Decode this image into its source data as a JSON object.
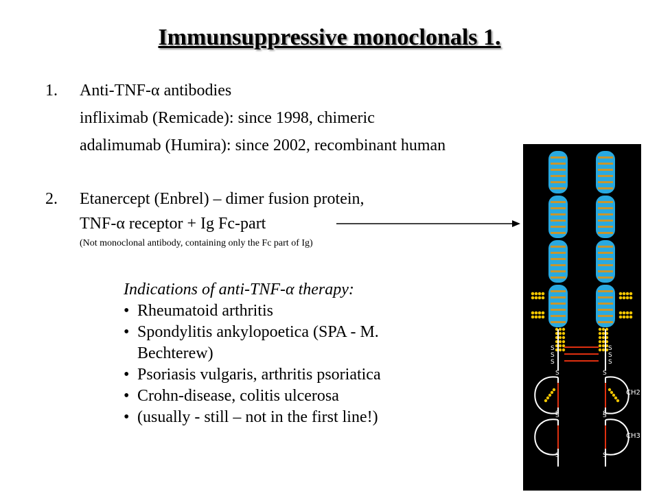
{
  "title": "Immunsuppressive monoclonals 1.",
  "list": [
    {
      "number": "1.",
      "lines": [
        "Anti-TNF-α antibodies",
        "infliximab (Remicade): since 1998, chimeric",
        "adalimumab (Humira): since 2002, recombinant human"
      ]
    },
    {
      "number": "2.",
      "lines": [
        "Etanercept (Enbrel) – dimer fusion protein,",
        "TNF-α receptor + Ig Fc-part"
      ],
      "note": "(Not monoclonal antibody, containing only the Fc part of Ig)"
    }
  ],
  "indications": {
    "title": "Indications of anti-TNF-α therapy:",
    "items": [
      {
        "text": "Rheumatoid arthritis"
      },
      {
        "text": "Spondylitis ankylopoetica (SPA - M.",
        "continuation": "Bechterew)"
      },
      {
        "text": "Psoriasis vulgaris, arthritis psoriatica"
      },
      {
        "text": "Crohn-disease, colitis ulcerosa"
      },
      {
        "text": "(usually - still – not in the first line!)"
      }
    ]
  },
  "figure": {
    "disulfide_label": "S",
    "domain_labels": [
      "CH2",
      "CH3"
    ],
    "colors": {
      "background": "#000000",
      "receptor_domain": "#29a9e0",
      "stripe": "#c8962d",
      "glycan": "#f2c500",
      "disulfide": "#e03010",
      "outline": "#ffffff"
    }
  }
}
